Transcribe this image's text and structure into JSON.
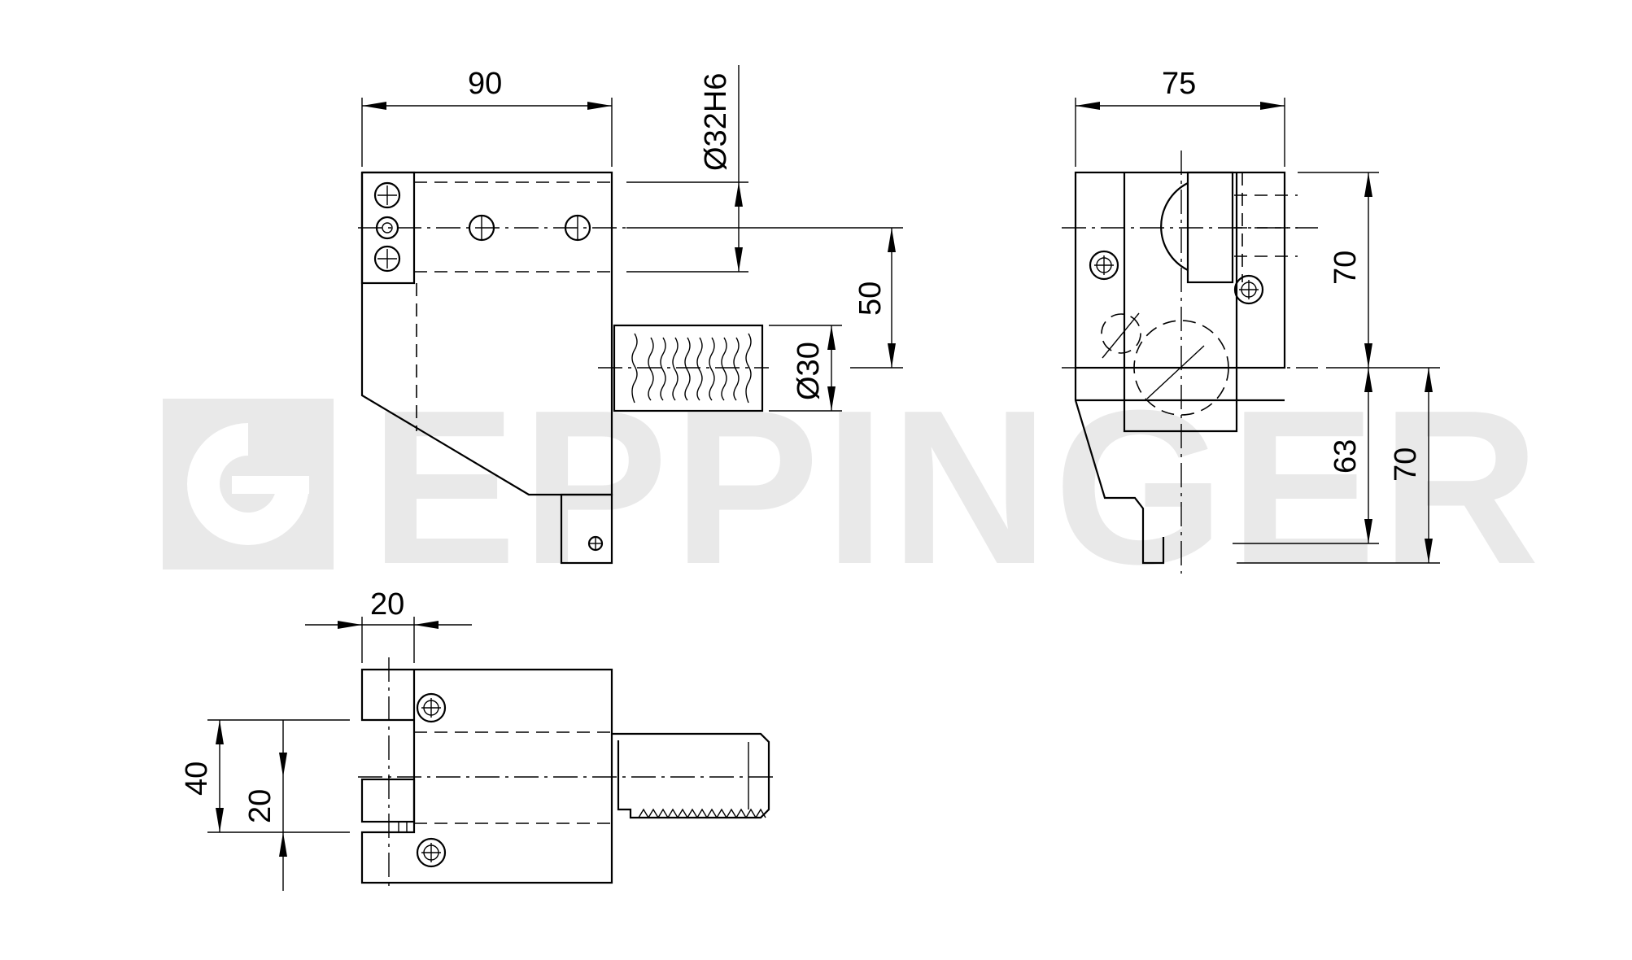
{
  "watermark": {
    "text": "EPPINGER"
  },
  "dimensions": {
    "side_width": "90",
    "bore_diameter": "Ø32H6",
    "height_offset": "50",
    "shank_diameter": "Ø30",
    "front_width": "75",
    "front_upper_height": "70",
    "front_lower_inner": "63",
    "front_lower_outer": "70",
    "top_slot_width": "20",
    "top_outer_height": "40",
    "top_inner_height": "20"
  },
  "colors": {
    "line": "#000000",
    "watermark": "#e9e9e9",
    "background": "#ffffff"
  }
}
